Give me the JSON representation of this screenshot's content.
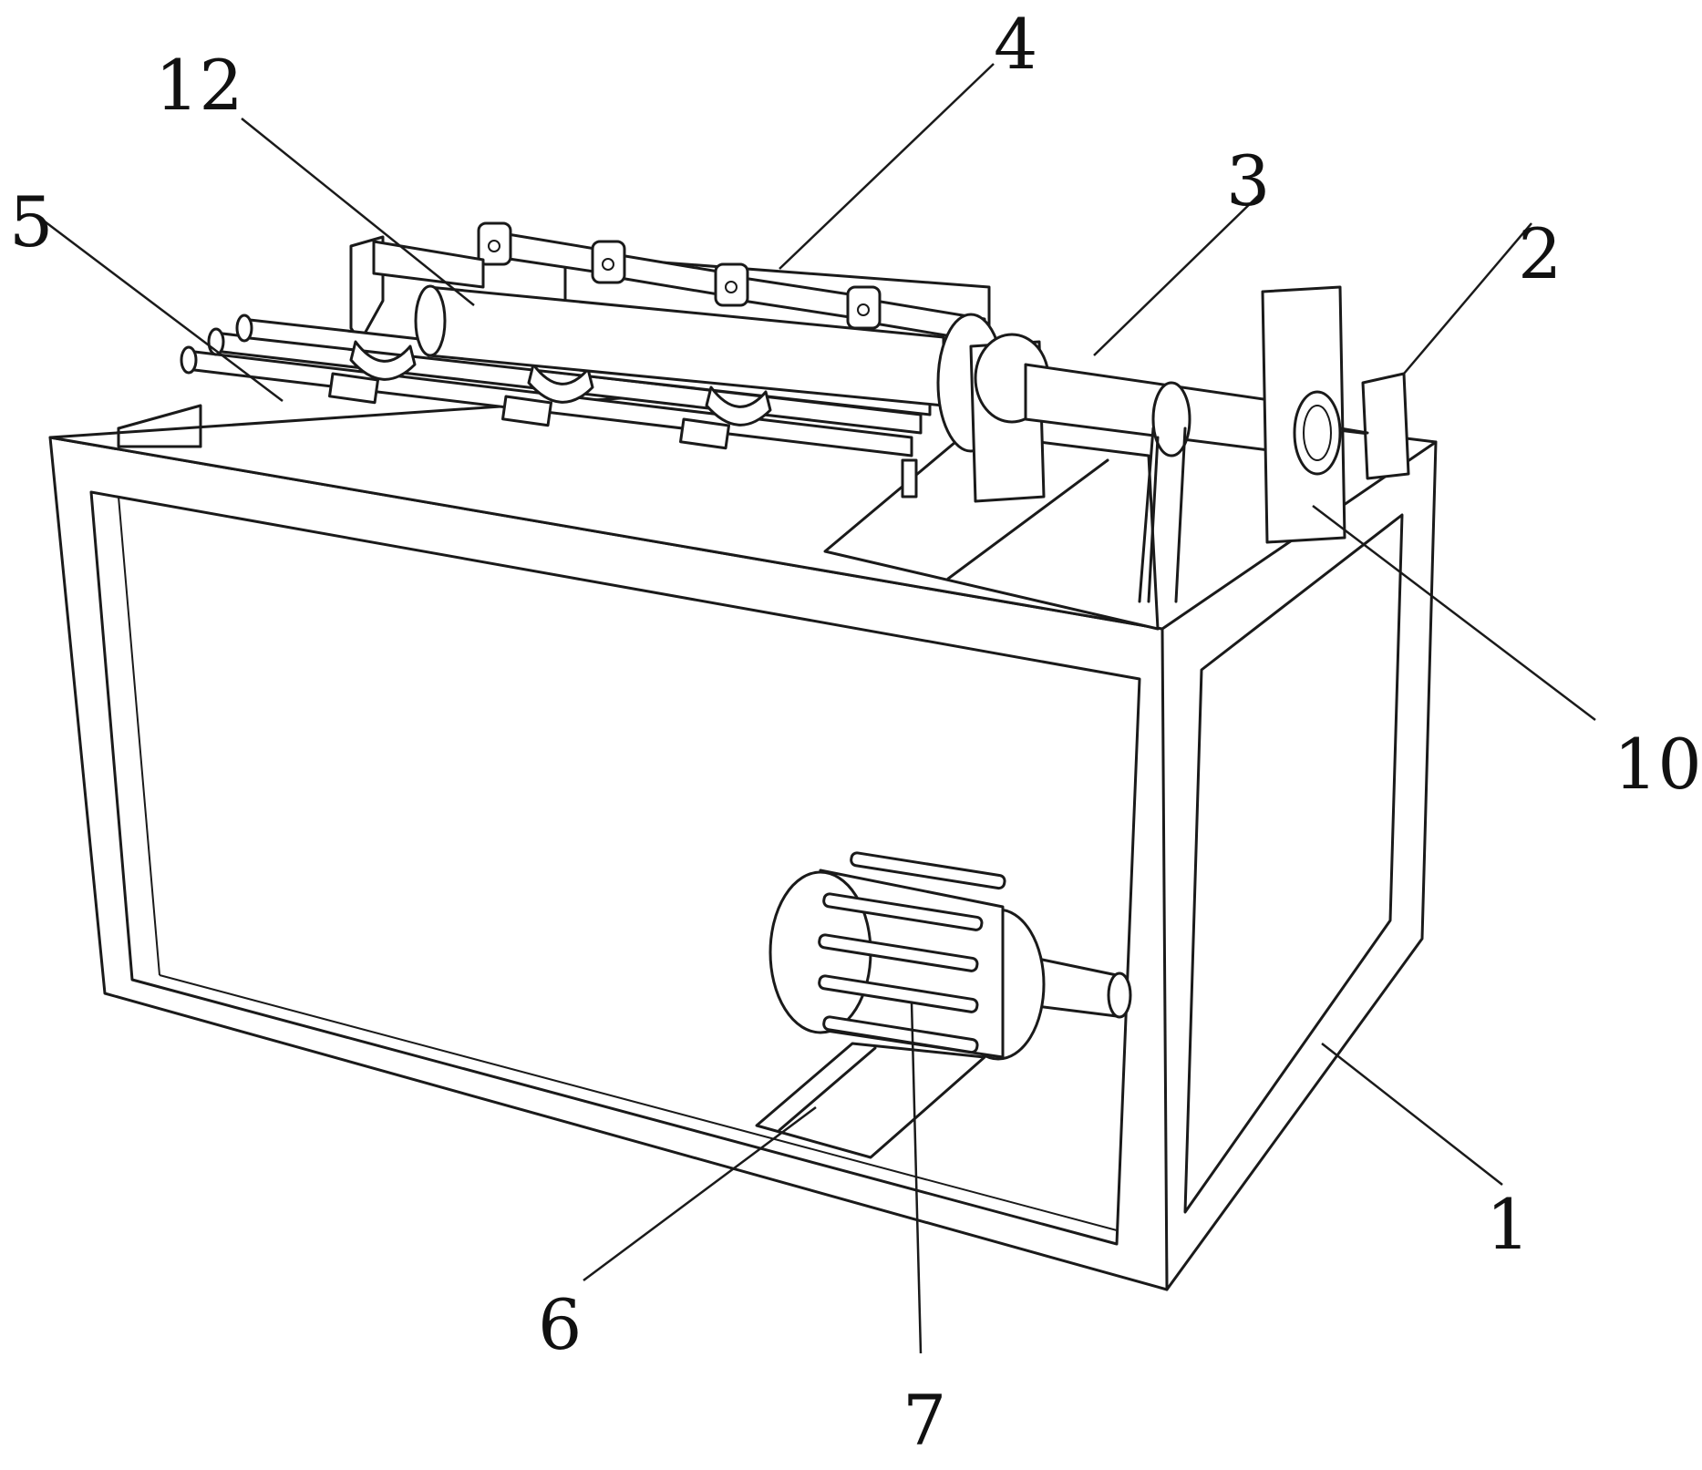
{
  "labels": [
    {
      "id": "1",
      "text": "1"
    },
    {
      "id": "2",
      "text": "2"
    },
    {
      "id": "3",
      "text": "3"
    },
    {
      "id": "4",
      "text": "4"
    },
    {
      "id": "5",
      "text": "5"
    },
    {
      "id": "6",
      "text": "6"
    },
    {
      "id": "7",
      "text": "7"
    },
    {
      "id": "10",
      "text": "10"
    },
    {
      "id": "12",
      "text": "12"
    }
  ],
  "colors": {
    "line": "#1a1a1a",
    "background": "#ffffff"
  }
}
